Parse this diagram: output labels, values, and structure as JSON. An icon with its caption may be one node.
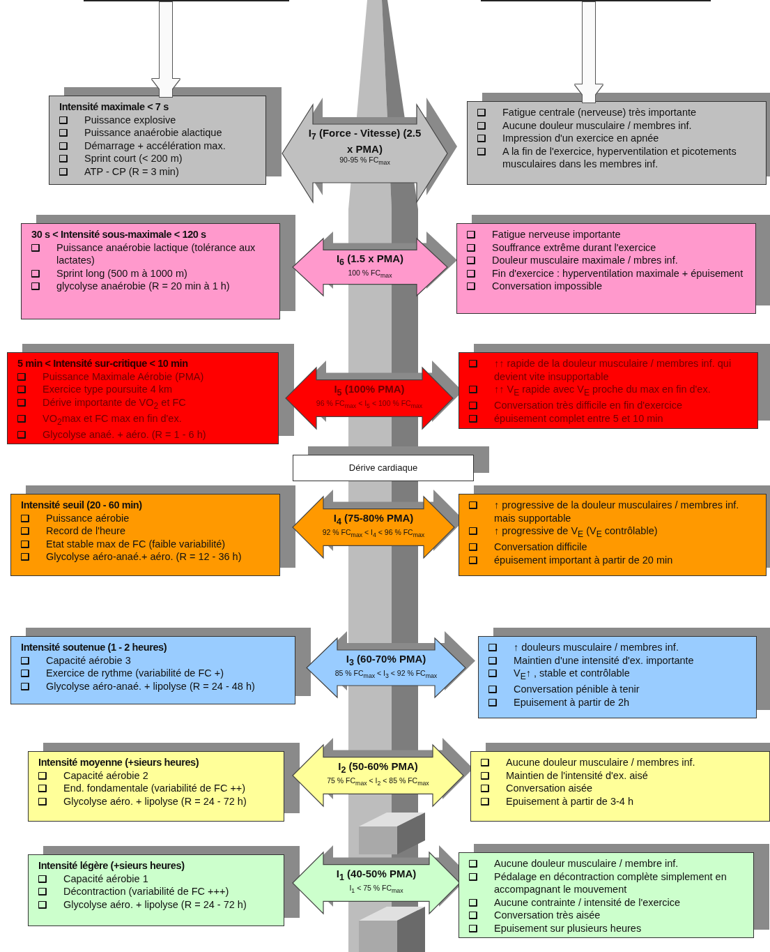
{
  "diagram": {
    "nodes": [
      {
        "text": [],
        "shape": "box"
      },
      {
        "text": [],
        "shape": "box"
      },
      {
        "text": [
          "Intensité maximale < 7 s",
          "Puissance explosive",
          "Puissance anaérobie alactique",
          "Démarrage + accélération max.",
          "Sprint court (< 200 m)",
          "ATP - CP (R = 3 min)"
        ]
      },
      {
        "text": [
          "I$_{7}$ (Force - Vitesse) (2.5 x PMA)",
          "90-95 % FC$_{max}$"
        ]
      },
      {
        "text": [
          "Fatigue centrale (nerveuse) très importante",
          "Aucune douleur musculaire / membres inf.",
          "Impression d'un exercice en apnée",
          "A la fin de l'exercice, hyperventilation et picotements musculaires dans les membres inf."
        ]
      },
      {
        "text": [
          "30 s < Intensité sous-maximale < 120 s",
          "Puissance anaérobie lactique (tolérance aux lactates)",
          "Sprint long (500 m à 1000 m)",
          "glycolyse anaérobie (R = 20 min à 1 h)"
        ]
      },
      {
        "text": [
          "I$_{6}$ (1.5 x PMA)",
          "100 % FC$_{max}$"
        ]
      },
      {
        "text": [
          "Fatigue nerveuse importante",
          "Souffrance extrême durant l'exercice",
          "Douleur musculaire maximale / mbres inf.",
          "Fin d'exercice : hyperventilation maximale + épuisement",
          "Conversation impossible"
        ]
      },
      {
        "text": [
          "5 min < Intensité sur-critique < 10 min",
          "Puissance Maximale Aérobie (PMA)",
          "Exercice type poursuite 4 km",
          "Dérive importante de VO$_{2}$ et FC",
          "VO$_{2}$max et FC max en fin d'ex.",
          "Glycolyse anaé. + aéro. (R = 1 - 6 h)"
        ]
      },
      {
        "text": [
          "I$_{5}$ (100% PMA)",
          "96 % FC$_{max}$ < I$_{5}$ < 100 % FC$_{max}$"
        ]
      },
      {
        "text": [
          "↑↑ rapide de la douleur musculaire / membres inf. qui devient vite insupportable",
          "↑↑ V$_{E}$ rapide avec V$_{E}$ proche du max en fin d'ex.",
          "Conversation très difficile en fin d'exercice",
          "épuisement complet entre 5 et 10 min"
        ]
      },
      {
        "text": [
          "Dérive cardiaque"
        ]
      },
      {
        "text": [
          "Intensité seuil (20 - 60 min)",
          "Puissance aérobie",
          "Record de l'heure",
          "Etat stable max de FC (faible variabilité)",
          "Glycolyse aéro-anaé.+ aéro. (R = 12 - 36 h)"
        ]
      },
      {
        "text": [
          "I$_{4}$ (75-80% PMA)",
          "92 % FC$_{max}$ < I$_{4}$ < 96 % FC$_{max}$"
        ]
      },
      {
        "text": [
          "↑ progressive de la douleur musculaires / membres inf. mais supportable",
          "↑ progressive de V$_{E}$ (V$_{E}$ contrôlable)",
          "Conversation difficile",
          "épuisement important à partir de 20 min"
        ]
      },
      {
        "text": [
          "Intensité soutenue (1 - 2 heures)",
          "Capacité aérobie 3",
          "Exercice de rythme (variabilité de FC +)",
          "Glycolyse aéro-anaé. + lipolyse (R = 24 - 48 h)"
        ]
      },
      {
        "text": [
          "I$_{3}$ (60-70% PMA)",
          "85 % FC$_{max}$ < I$_{3}$ < 92 % FC$_{max}$"
        ]
      },
      {
        "text": [
          "↑ douleurs musculaire / membres inf.",
          "Maintien d'une intensité d'ex. importante",
          "V$_{E}$↑ , stable et contrôlable",
          "Conversation pénible à tenir",
          "Epuisement à partir de 2h"
        ]
      },
      {
        "text": [
          "Intensité moyenne (+sieurs heures)",
          "Capacité aérobie 2",
          "End. fondamentale (variabilité de FC ++)",
          "Glycolyse aéro. + lipolyse (R = 24 - 72 h)"
        ]
      },
      {
        "text": [
          "I$_{2}$ (50-60% PMA)",
          "75 % FC$_{max}$ < I$_{2}$ < 85 % FC$_{max}$"
        ]
      },
      {
        "text": [
          "Aucune douleur musculaire / membres inf.",
          "Maintien de l'intensité d'ex. aisé",
          "Conversation aisée",
          "Epuisement à partir de 3-4 h"
        ]
      },
      {
        "text": [
          "Intensité légère (+sieurs heures)",
          "Capacité aérobie 1",
          "Décontraction (variabilité de FC +++)",
          "Glycolyse aéro. + lipolyse (R = 24 - 72 h)"
        ]
      },
      {
        "text": [
          "I$_{1}$ (40-50% PMA)",
          "I$_{1}$ < 75 % FC$_{max}$"
        ]
      },
      {
        "text": [
          "Aucune douleur musculaire / membre inf.",
          "Pédalage en décontraction complète simplement en accompagnant le mouvement",
          "Aucune contrainte / intensité de l'exercice",
          "Conversation très aisée",
          "Epuisement sur plusieurs heures"
        ]
      }
    ],
    "edges": [
      {
        "from": 0,
        "to": 2,
        "arrow": "to"
      },
      {
        "from": 1,
        "to": 4,
        "arrow": "to"
      }
    ]
  }
}
